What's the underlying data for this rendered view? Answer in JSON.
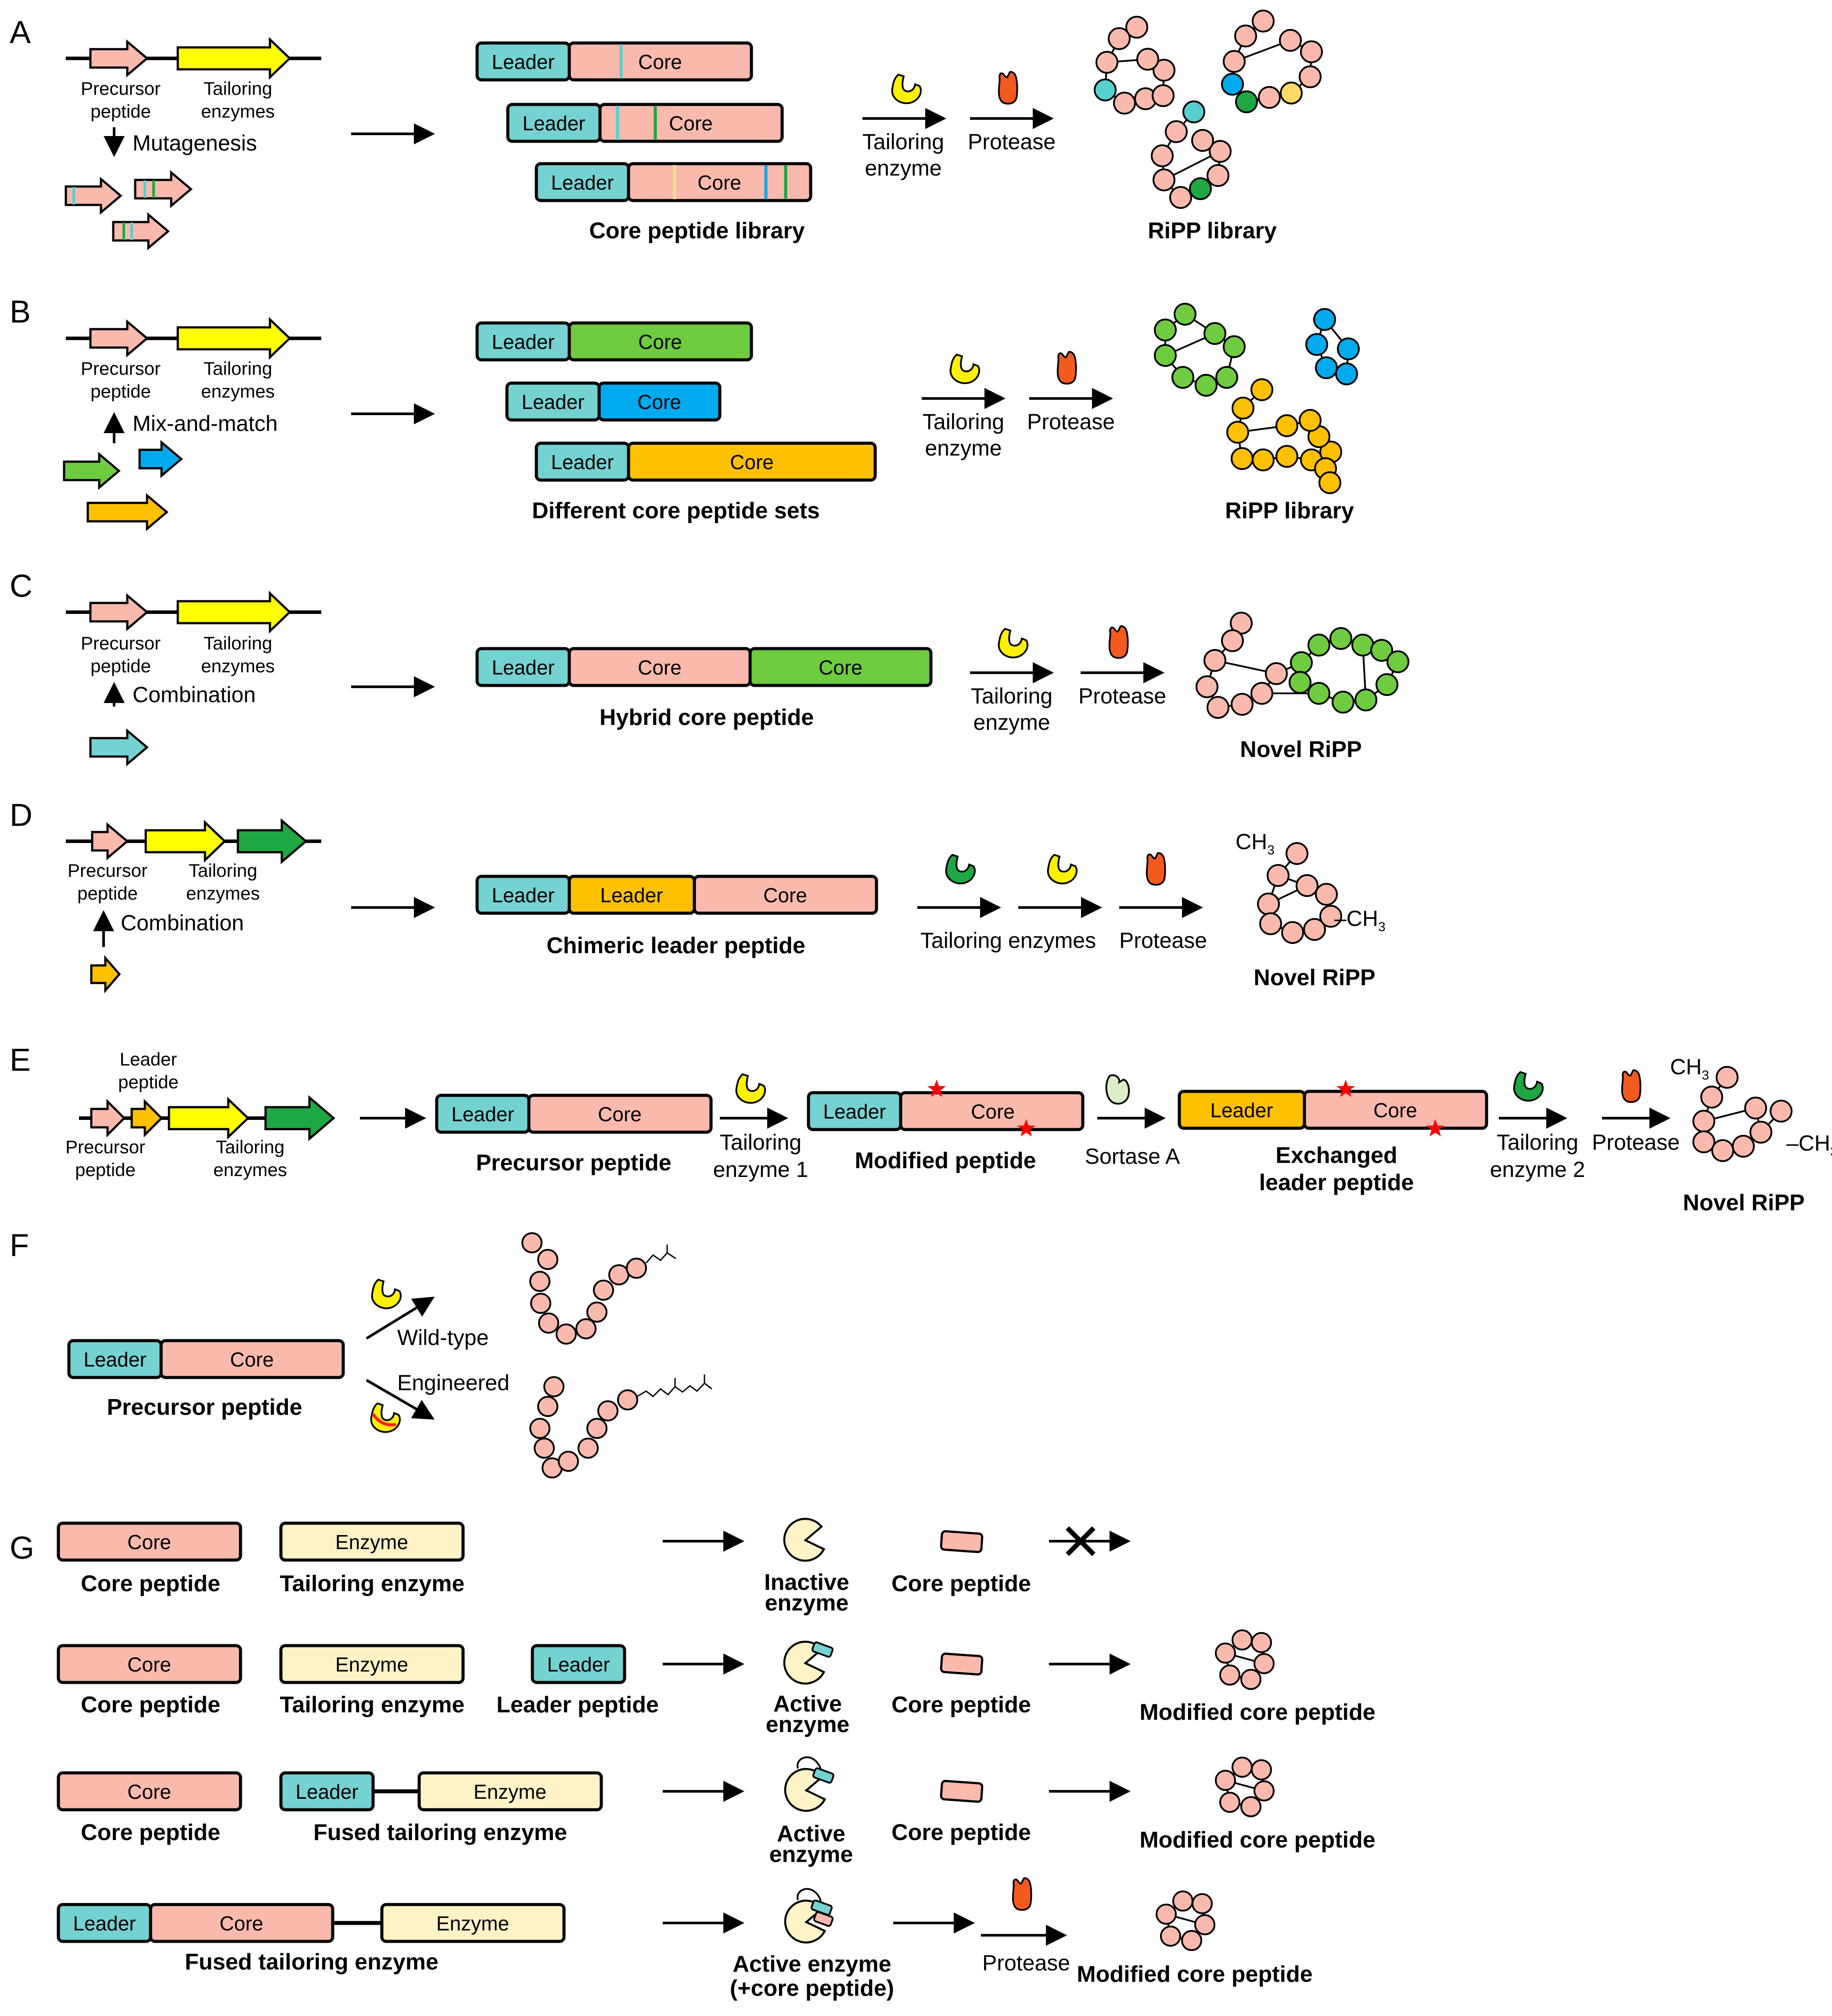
{
  "colors": {
    "leader": "#74d2d1",
    "core": "#f9b9ad",
    "green": "#6fcb3f",
    "blue": "#00aaee",
    "orange": "#ffc000",
    "yellow": "#ffff00",
    "dark_green": "#1fa743",
    "enzyme_yellow": "#fff000",
    "protease_red": "#f35a1e",
    "enzyme_cream": "#fff2c6",
    "sortase": "#dcedc8",
    "cyan_residue": "#57cfcf",
    "star_red": "#ff0000"
  },
  "icons": [
    "tailoring-enzyme-icon",
    "protease-icon",
    "sortase-a-icon",
    "residue-circle",
    "star-icon",
    "blocked-x-icon"
  ],
  "labels": {
    "precursor": "Precursor",
    "peptide": "peptide",
    "tailoring": "Tailoring",
    "enzymes": "enzymes",
    "enzyme": "enzyme",
    "leader": "Leader",
    "core": "Core",
    "enzyme_box": "Enzyme",
    "tailoring_enzyme_label": "Tailoring",
    "protease": "Protease",
    "ch": "CH",
    "three": "3",
    "ch3_right": "–CH"
  },
  "panels": {
    "A": {
      "letter": "A",
      "step": "Mutagenesis",
      "caption": "Core peptide library",
      "result": "RiPP library"
    },
    "B": {
      "letter": "B",
      "step": "Mix-and-match",
      "caption": "Different core peptide sets",
      "result": "RiPP library"
    },
    "C": {
      "letter": "C",
      "step": "Combination",
      "caption": "Hybrid core peptide",
      "result": "Novel RiPP"
    },
    "D": {
      "letter": "D",
      "step": "Combination",
      "enzymes": "Tailoring enzymes",
      "caption": "Chimeric leader peptide",
      "result": "Novel RiPP"
    },
    "E": {
      "letter": "E",
      "leader_line1": "Leader",
      "leader_line2": "peptide",
      "precursor_caption": "Precursor peptide",
      "enzyme1": "enzyme 1",
      "modified_caption": "Modified peptide",
      "sortase": "Sortase A",
      "exchanged1": "Exchanged",
      "exchanged2": "leader peptide",
      "enzyme2": "enzyme 2",
      "result": "Novel RiPP"
    },
    "F": {
      "letter": "F",
      "caption": "Precursor peptide",
      "wild_type": "Wild-type",
      "engineered": "Engineered"
    },
    "G": {
      "letter": "G",
      "core_peptide": "Core peptide",
      "tailoring_enzyme": "Tailoring enzyme",
      "leader_peptide": "Leader peptide",
      "fused_enzyme": "Fused tailoring enzyme",
      "inactive1": "Inactive",
      "inactive2": "enzyme",
      "active1": "Active",
      "active2": "enzyme",
      "active_plus1": "Active enzyme",
      "active_plus2": "(+core peptide)",
      "modified_core": "Modified core peptide"
    }
  }
}
